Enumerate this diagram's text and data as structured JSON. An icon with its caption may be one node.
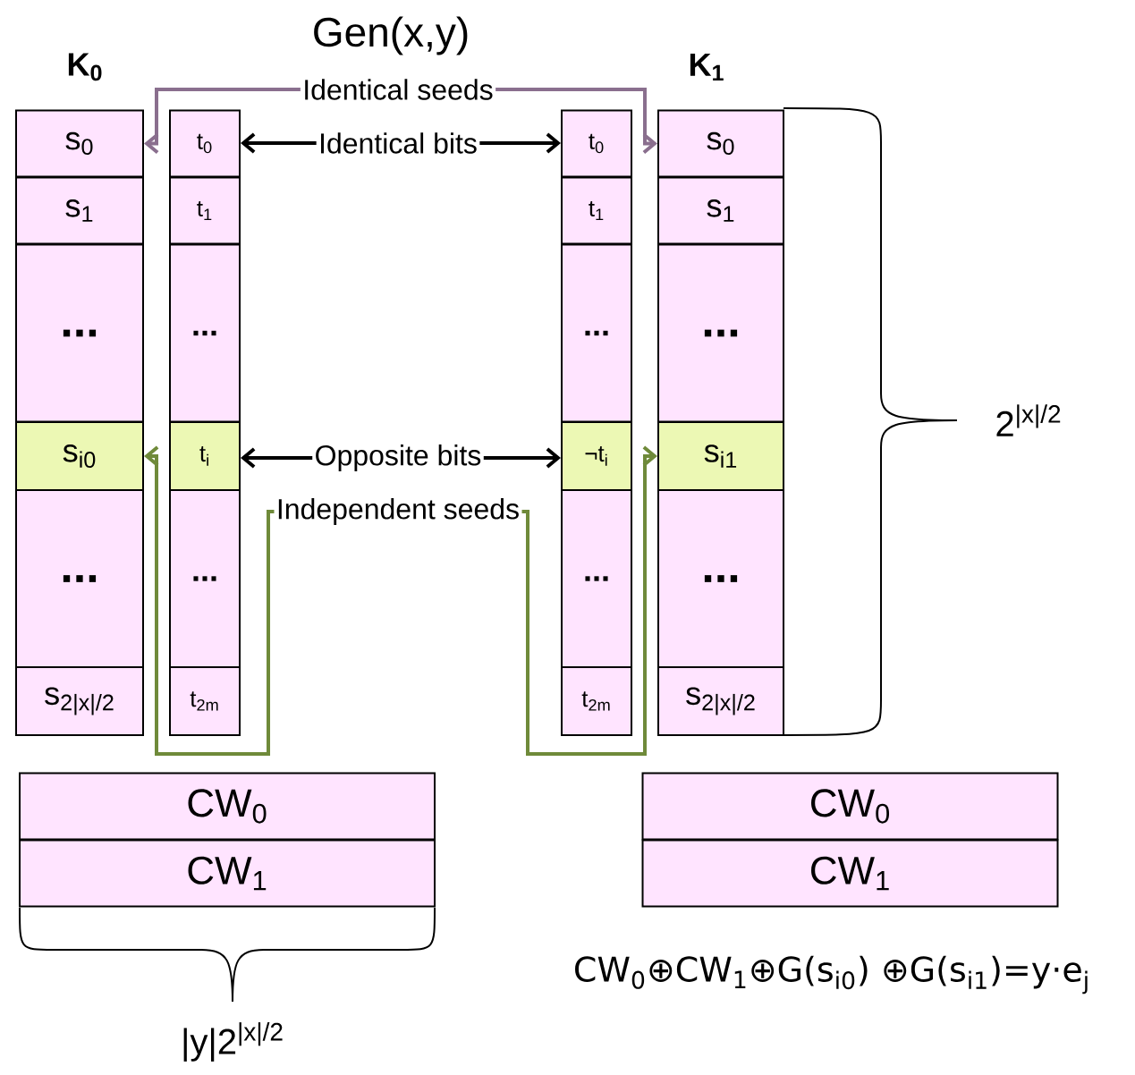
{
  "diagram": {
    "nodes": [
      {
        "text": [
          "s$_{0}$"
        ]
      },
      {
        "text": [
          "s$_{1}$"
        ]
      },
      {
        "text": [
          "..."
        ]
      },
      {
        "text": [
          "s$_{i0}$"
        ]
      },
      {
        "text": [
          "..."
        ]
      },
      {
        "text": [
          "s$_{2|x|/2}$"
        ]
      },
      {
        "text": [
          "t$_{0}$"
        ]
      },
      {
        "text": [
          "t$_{1}$"
        ]
      },
      {
        "text": [
          "..."
        ]
      },
      {
        "text": [
          "t$_{i}$"
        ]
      },
      {
        "text": [
          "..."
        ]
      },
      {
        "text": [
          "t$_{2m}$"
        ]
      },
      {
        "text": [
          "t$_{0}$"
        ]
      },
      {
        "text": [
          "t$_{1}$"
        ]
      },
      {
        "text": [
          "..."
        ]
      },
      {
        "text": [
          "¬t$_{i}$"
        ]
      },
      {
        "text": [
          "..."
        ]
      },
      {
        "text": [
          "t$_{2m}$"
        ]
      },
      {
        "text": [
          "s$_{0}$"
        ]
      },
      {
        "text": [
          "s$_{1}$"
        ]
      },
      {
        "text": [
          "..."
        ]
      },
      {
        "text": [
          "s$_{i1}$"
        ]
      },
      {
        "text": [
          "..."
        ]
      },
      {
        "text": [
          "s$_{2|x|/2}$"
        ]
      },
      {
        "text": [
          "Identical bits"
        ]
      },
      {
        "text": [
          "Identical seeds"
        ]
      },
      {
        "text": [
          "Opposite bits"
        ]
      },
      {
        "text": [
          "Independent seeds"
        ]
      },
      {
        "text": [
          "CW$_{0}$"
        ]
      },
      {
        "text": [
          "CW$_{1}$"
        ]
      },
      {
        "text": [
          "CW$_{0}$"
        ]
      },
      {
        "text": [
          "CW$_{1}$"
        ]
      }
    ],
    "edges": [
      {
        "from": 24,
        "to": 6,
        "arrow": "to"
      },
      {
        "from": 24,
        "to": 12,
        "arrow": "to"
      },
      {
        "from": 25,
        "to": 0,
        "arrow": "to",
        "color": "#8a6f8e"
      },
      {
        "from": 25,
        "to": 18,
        "arrow": "to",
        "color": "#8a6f8e"
      },
      {
        "from": 26,
        "to": 9,
        "arrow": "to"
      },
      {
        "from": 26,
        "to": 15,
        "arrow": "to"
      },
      {
        "from": 27,
        "to": 3,
        "arrow": "to",
        "color": "#6f8a3a"
      },
      {
        "from": 27,
        "to": 21,
        "arrow": "to",
        "color": "#6f8a3a"
      }
    ],
    "labels": [
      "Gen(x,y)",
      "K$_{0}$",
      "K$_{1}$",
      "2$^{|x|/2}$",
      "|y|2$^{|x|/2}$",
      "CW$_{0}$⊕CW$_{1}$⊕G(s$_{i0}$) ⊕G(s$_{i1}$)=y·e$_{j}$"
    ]
  }
}
